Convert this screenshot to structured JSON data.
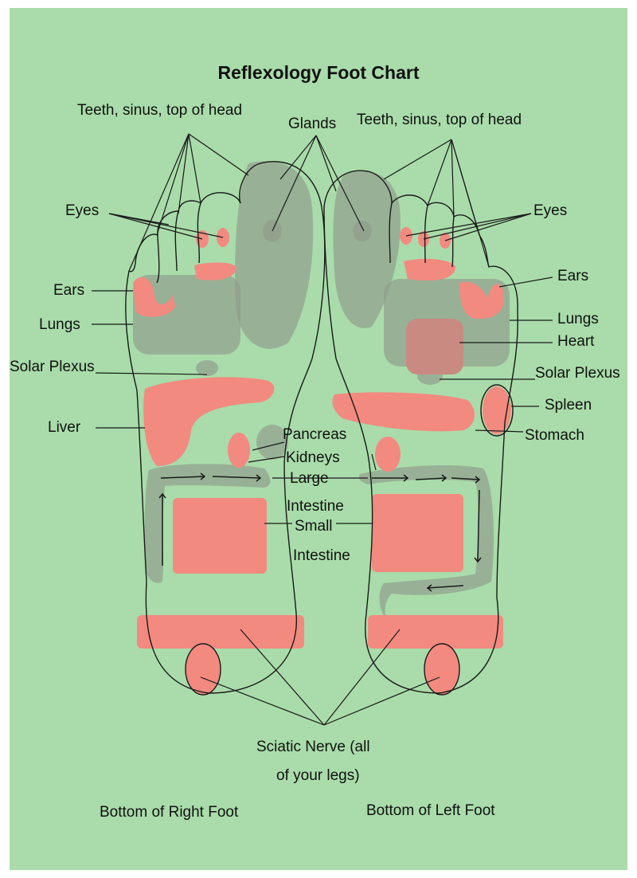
{
  "title": "Reflexology Foot Chart",
  "labels": {
    "teeth_right": "Teeth, sinus, top of head",
    "glands": "Glands",
    "teeth_left": "Teeth, sinus, top of head",
    "eyes_right": "Eyes",
    "eyes_left": "Eyes",
    "ears_right": "Ears",
    "ears_left": "Ears",
    "lungs_right": "Lungs",
    "lungs_left": "Lungs",
    "heart": "Heart",
    "solar_plexus_right": "Solar Plexus",
    "solar_plexus_left": "Solar Plexus",
    "spleen": "Spleen",
    "liver": "Liver",
    "stomach": "Stomach",
    "pancreas": "Pancreas",
    "kidneys": "Kidneys",
    "large": "Large",
    "intestine_1": "Intestine",
    "small": "Small",
    "intestine_2": "Intestine",
    "sciatic_1": "Sciatic Nerve (all",
    "sciatic_2": "of your legs)",
    "bottom_right": "Bottom of Right Foot",
    "bottom_left": "Bottom of Left Foot"
  },
  "colors": {
    "background": "#a9dcaa",
    "organ_fill": "#f28a80",
    "zone_fill": "#8f9a8c",
    "outline": "#1a1a1a"
  }
}
